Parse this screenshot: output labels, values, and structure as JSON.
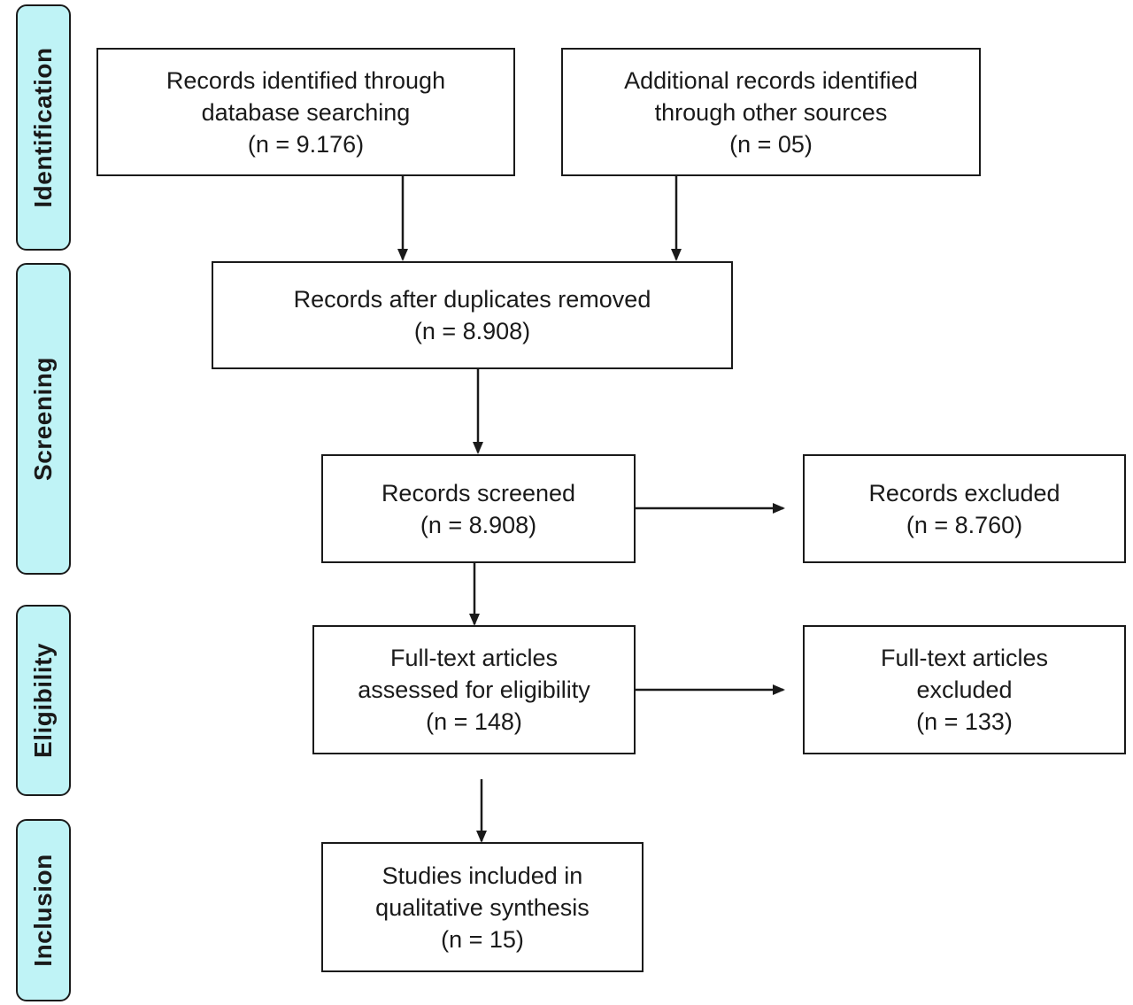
{
  "phases": {
    "identification": "Identification",
    "screening": "Screening",
    "eligibility": "Eligibility",
    "inclusion": "Inclusion"
  },
  "boxes": {
    "db_search": {
      "line1": "Records identified through",
      "line2": "database searching",
      "count": "(n = 9.176)"
    },
    "other_sources": {
      "line1": "Additional records identified",
      "line2": "through other sources",
      "count": "(n = 05)"
    },
    "duplicates_removed": {
      "line1": "Records after duplicates removed",
      "count": "(n = 8.908)"
    },
    "screened": {
      "line1": "Records screened",
      "count": "(n = 8.908)"
    },
    "excluded": {
      "line1": "Records excluded",
      "count": "(n = 8.760)"
    },
    "fulltext_assessed": {
      "line1": "Full-text articles",
      "line2": "assessed for eligibility",
      "count": "(n = 148)"
    },
    "fulltext_excluded": {
      "line1": "Full-text articles",
      "line2": "excluded",
      "count": "(n = 133)"
    },
    "included": {
      "line1": "Studies included in",
      "line2": "qualitative synthesis",
      "count": "(n = 15)"
    }
  },
  "colors": {
    "phase_fill": "#bff3f6",
    "line": "#1a1a1a"
  }
}
